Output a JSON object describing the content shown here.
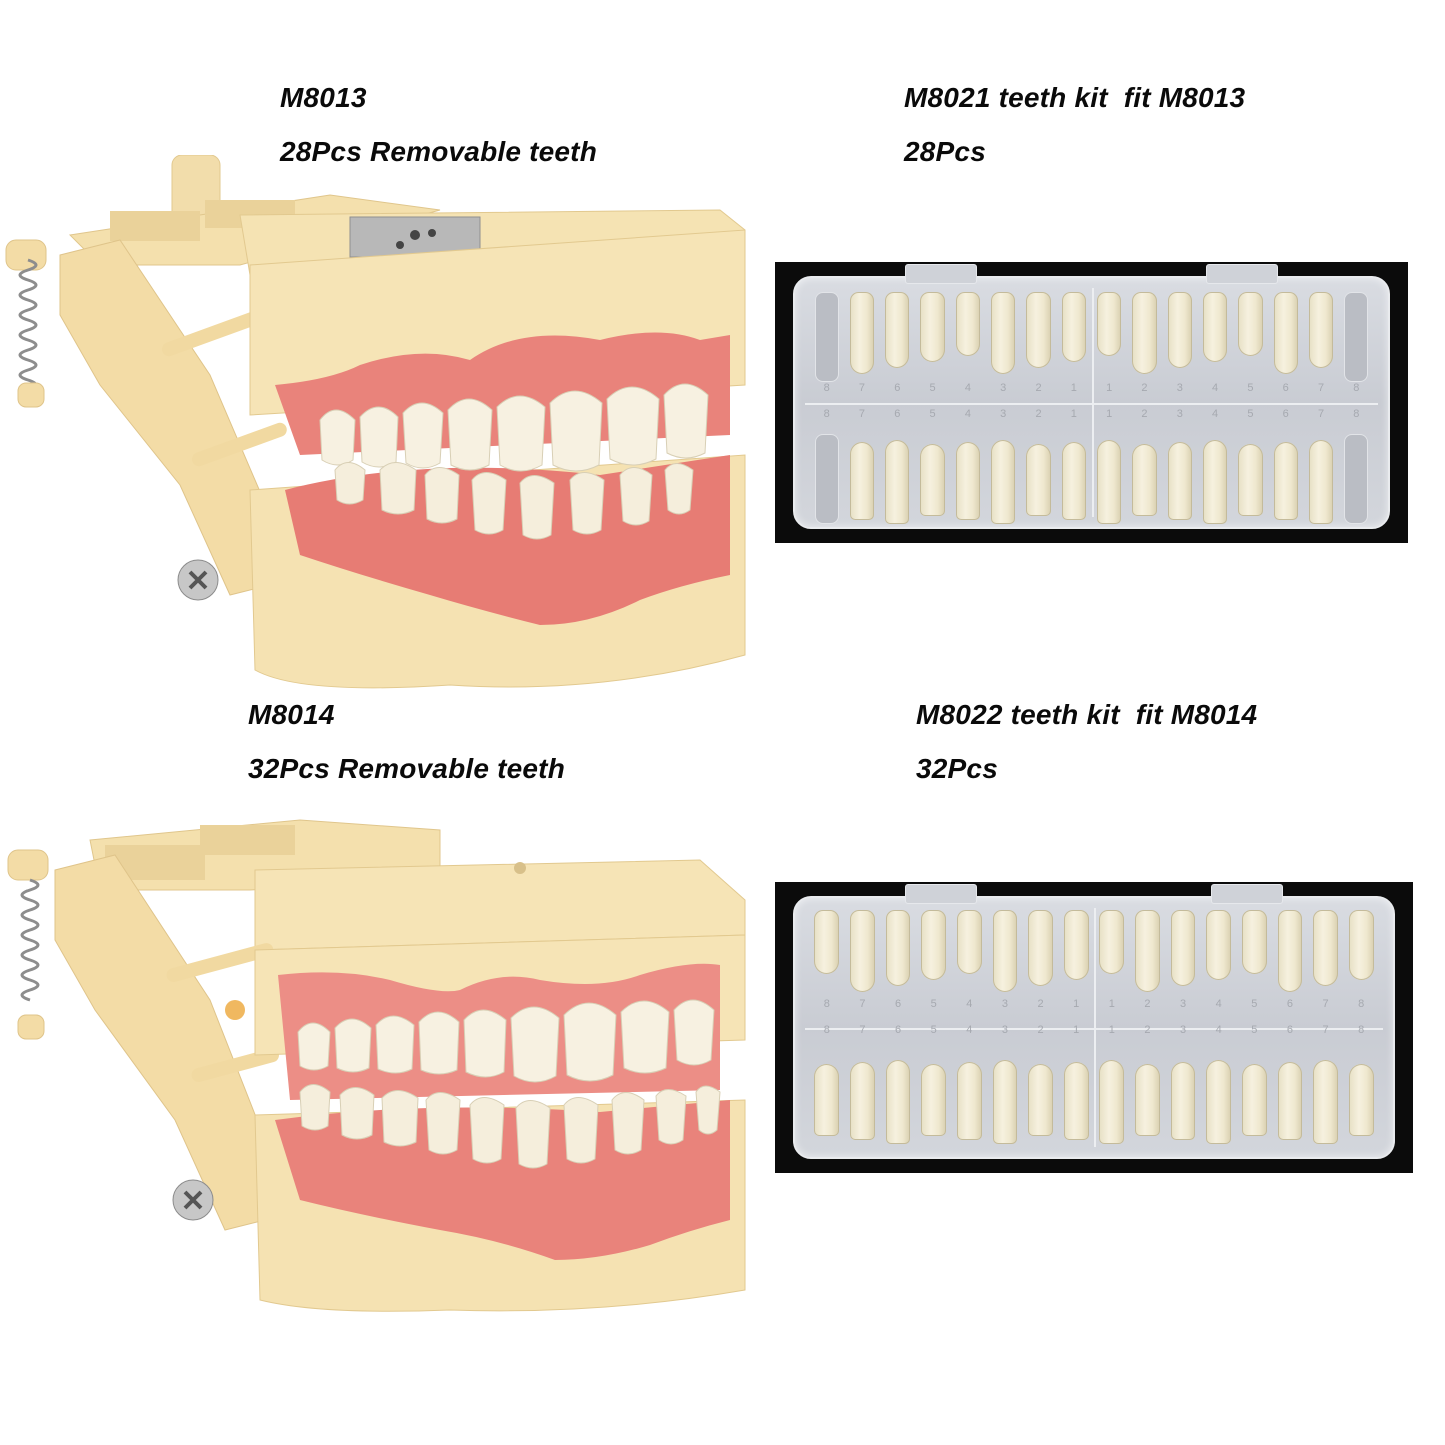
{
  "products": [
    {
      "id": "m8013",
      "model_code": "M8013",
      "description": "28Pcs Removable teeth",
      "type": "dental-typodont-model"
    },
    {
      "id": "m8021",
      "model_code": "M8021 teeth kit  fit M8013",
      "description": "28Pcs",
      "type": "teeth-kit-case",
      "upper_numbers": [
        "8",
        "7",
        "6",
        "5",
        "4",
        "3",
        "2",
        "1",
        "1",
        "2",
        "3",
        "4",
        "5",
        "6",
        "7",
        "8"
      ],
      "lower_numbers": [
        "8",
        "7",
        "6",
        "5",
        "4",
        "3",
        "2",
        "1",
        "1",
        "2",
        "3",
        "4",
        "5",
        "6",
        "7",
        "8"
      ],
      "upper_slots": [
        0,
        1,
        1,
        1,
        1,
        1,
        1,
        1,
        1,
        1,
        1,
        1,
        1,
        1,
        1,
        0
      ],
      "lower_slots": [
        0,
        1,
        1,
        1,
        1,
        1,
        1,
        1,
        1,
        1,
        1,
        1,
        1,
        1,
        1,
        0
      ]
    },
    {
      "id": "m8014",
      "model_code": "M8014",
      "description": "32Pcs Removable teeth",
      "type": "dental-typodont-model"
    },
    {
      "id": "m8022",
      "model_code": "M8022 teeth kit  fit M8014",
      "description": "32Pcs",
      "type": "teeth-kit-case",
      "upper_numbers": [
        "8",
        "7",
        "6",
        "5",
        "4",
        "3",
        "2",
        "1",
        "1",
        "2",
        "3",
        "4",
        "5",
        "6",
        "7",
        "8"
      ],
      "lower_numbers": [
        "8",
        "7",
        "6",
        "5",
        "4",
        "3",
        "2",
        "1",
        "1",
        "2",
        "3",
        "4",
        "5",
        "6",
        "7",
        "8"
      ],
      "upper_slots": [
        1,
        1,
        1,
        1,
        1,
        1,
        1,
        1,
        1,
        1,
        1,
        1,
        1,
        1,
        1,
        1
      ],
      "lower_slots": [
        1,
        1,
        1,
        1,
        1,
        1,
        1,
        1,
        1,
        1,
        1,
        1,
        1,
        1,
        1,
        1
      ]
    }
  ],
  "colors": {
    "background": "#ffffff",
    "text": "#0a0a0a",
    "model_base": "#f3dfae",
    "gum": "#e9837b",
    "tooth": "#f7f1e1",
    "kit_background": "#0b0b0b",
    "kit_case": "#cfd2d8"
  }
}
